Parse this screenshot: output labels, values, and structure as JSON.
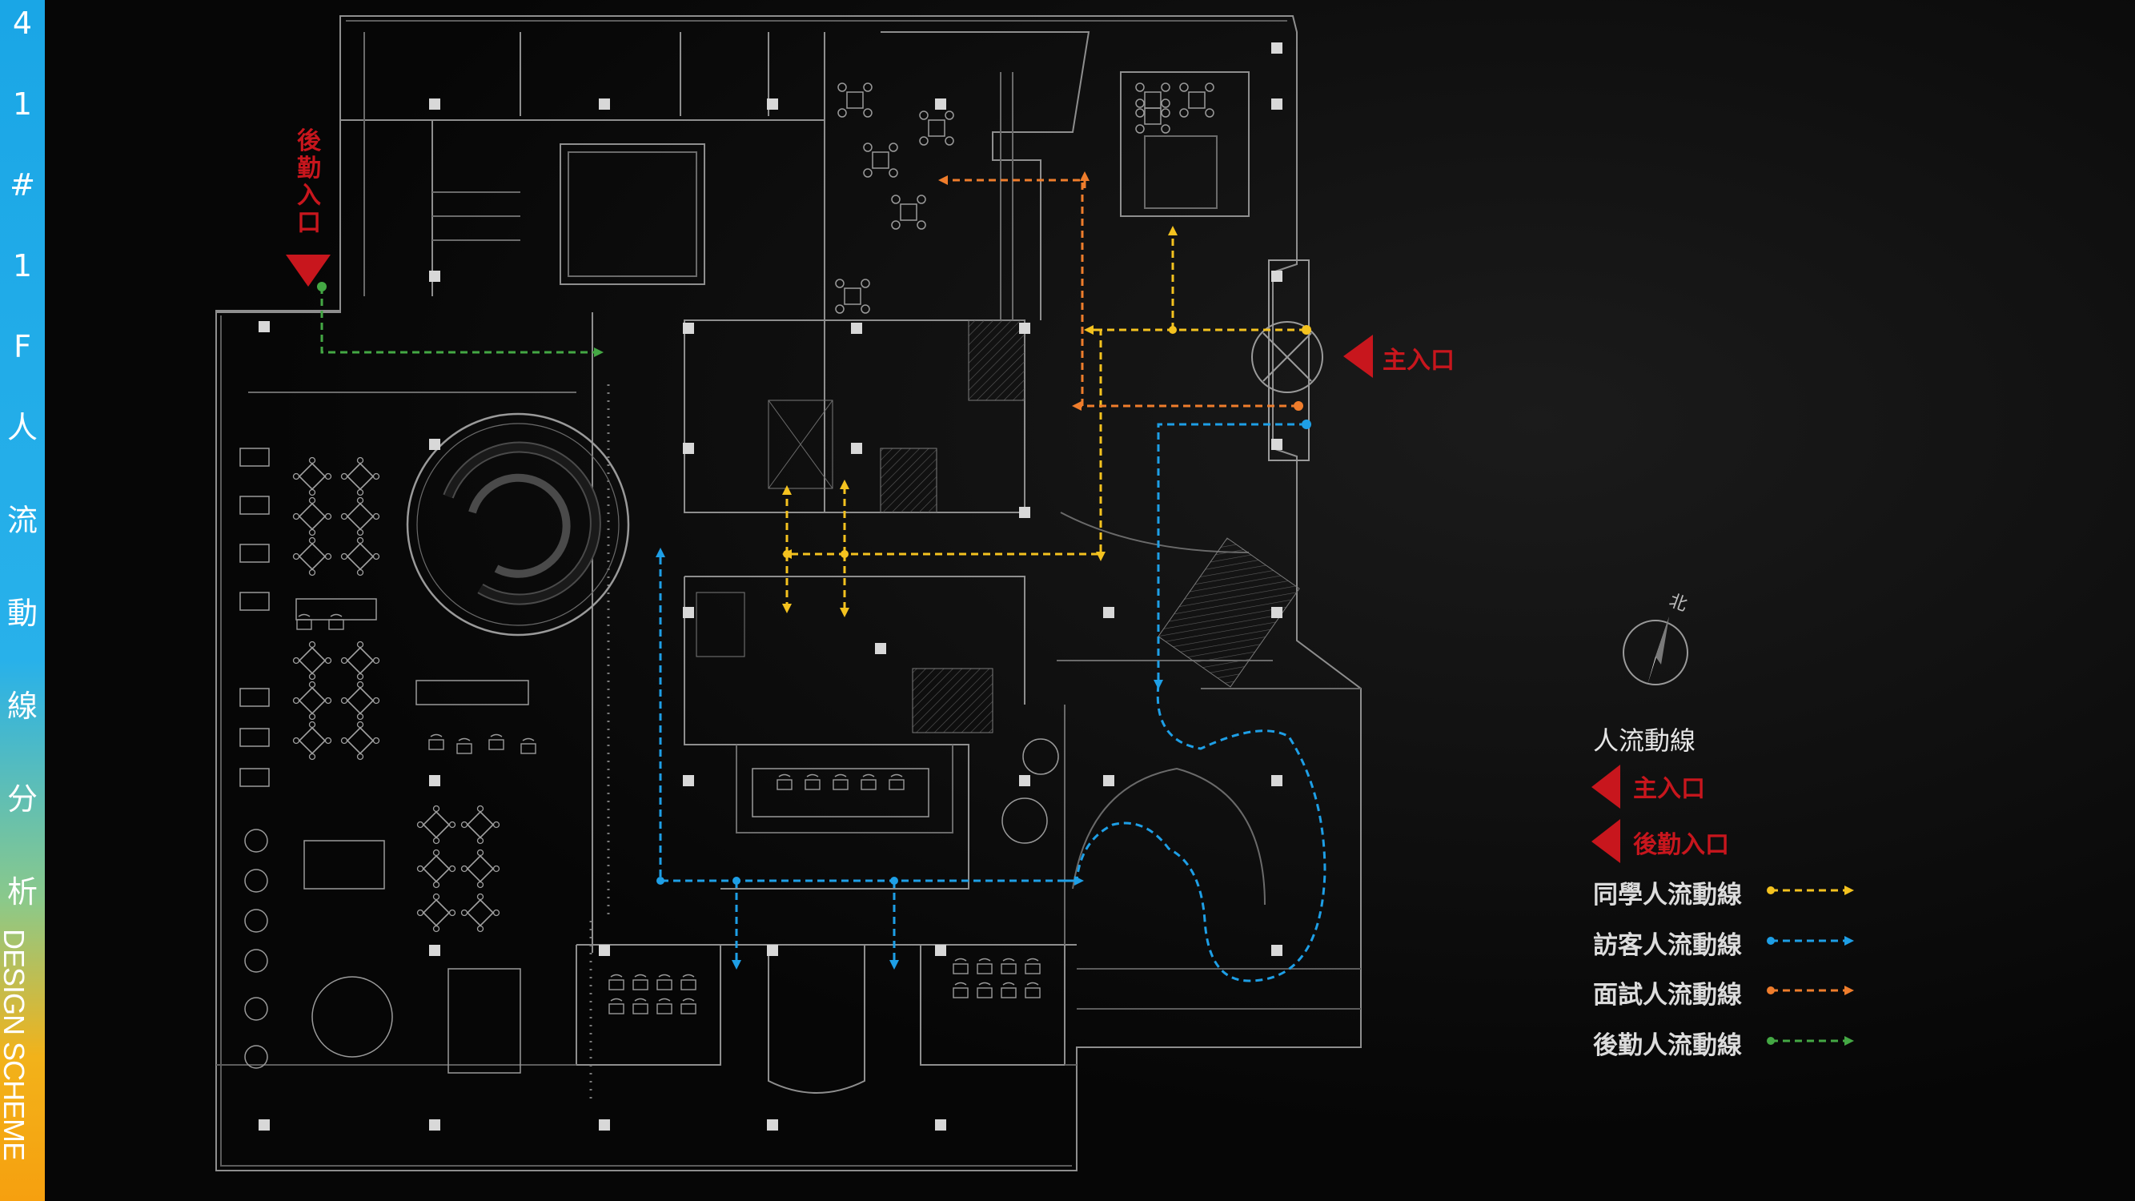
{
  "sidebar": {
    "chars": [
      "4",
      "1",
      "#",
      "1",
      "F",
      "人",
      "流",
      "動",
      "線",
      "分",
      "析"
    ],
    "english": "DESIGN SCHEME"
  },
  "plan": {
    "main_entrance": "主入口",
    "logistics_entrance": "後勤入口",
    "north_label": "北"
  },
  "legend": {
    "title": "人流動線",
    "main_entrance": "主入口",
    "logistics_entrance": "後勤入口",
    "routes": [
      {
        "label": "同學人流動線",
        "color": "#f4c21f"
      },
      {
        "label": "訪客人流動線",
        "color": "#1e9fe6"
      },
      {
        "label": "面試人流動線",
        "color": "#ef7d2c"
      },
      {
        "label": "後勤人流動線",
        "color": "#44a844"
      }
    ]
  },
  "colors": {
    "entrance_red": "#c8161d",
    "line_gray": "#8a8a8a"
  }
}
